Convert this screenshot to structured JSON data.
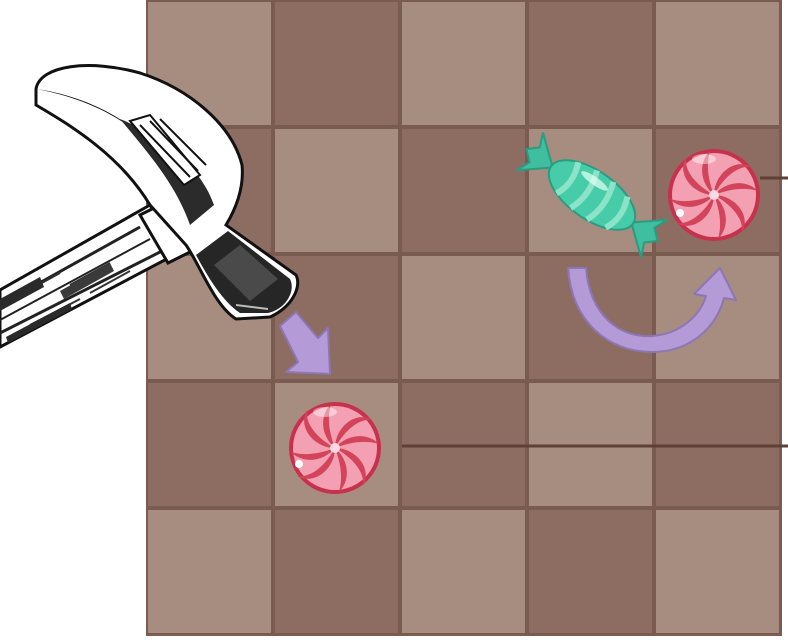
{
  "game": {
    "board": {
      "rows": 5,
      "cols": 5,
      "light_color": "#a78c80",
      "dark_color": "#8d6d61",
      "grid_color": "#7a5b50",
      "pattern": [
        [
          "light",
          "dark",
          "light",
          "dark",
          "light"
        ],
        [
          "dark",
          "light",
          "dark",
          "light",
          "dark"
        ],
        [
          "light",
          "dark",
          "light",
          "dark",
          "light"
        ],
        [
          "dark",
          "light",
          "dark",
          "light",
          "dark"
        ],
        [
          "light",
          "dark",
          "light",
          "dark",
          "light"
        ]
      ]
    },
    "pieces": [
      {
        "kind": "swirl-candy",
        "row": 1,
        "col": 4
      },
      {
        "kind": "wrapped-candy",
        "row": 1,
        "col": 3
      },
      {
        "kind": "swirl-candy",
        "row": 3,
        "col": 1
      }
    ],
    "tools": [
      {
        "kind": "hammer-icon"
      }
    ],
    "indicators": [
      {
        "kind": "down-arrow",
        "target_row": 3,
        "target_col": 1
      },
      {
        "kind": "swap-arrow",
        "from_col": 3,
        "to_col": 4,
        "row": 2
      }
    ],
    "colors": {
      "swirl_red": "#d3435a",
      "swirl_pink": "#f6a7b7",
      "wrapper_teal": "#41c7a7",
      "arrow_lilac": "#b49ad6"
    }
  }
}
